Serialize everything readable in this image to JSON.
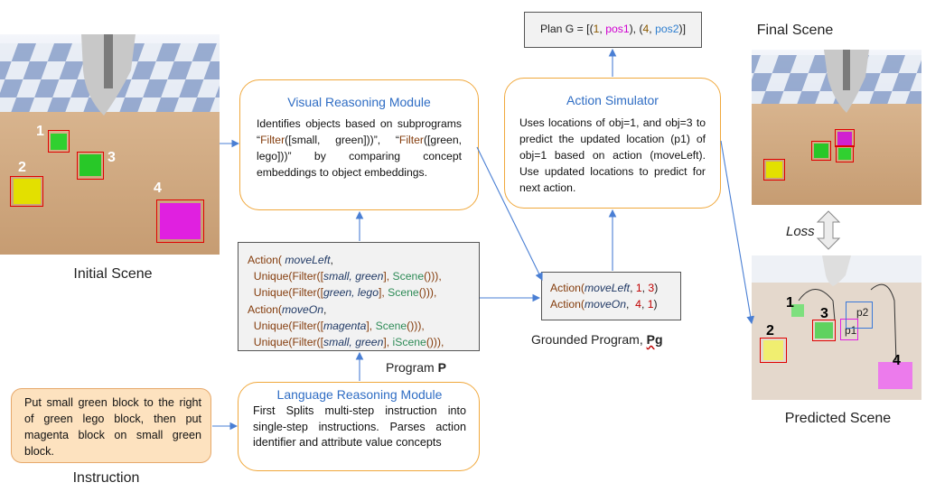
{
  "captions": {
    "initial_scene": "Initial Scene",
    "final_scene": "Final Scene",
    "predicted_scene": "Predicted Scene",
    "instruction": "Instruction",
    "program": "Program ",
    "program_bold": "P",
    "grounded": "Grounded Program, ",
    "grounded_bold": "Pg",
    "loss": "Loss"
  },
  "plan": {
    "prefix": "Plan G = [(",
    "n1": "1",
    "sep1": ", ",
    "pos1": "pos1",
    "mid": "), (",
    "n2": "4",
    "sep2": ", ",
    "pos2": "pos2",
    "suffix": ")]"
  },
  "visual_module": {
    "title": "Visual Reasoning Module",
    "text_a": "Identifies objects based on subprograms “",
    "filter1": "Filter",
    "args1": "([small, green]))”, “",
    "filter2": "Filter",
    "args2": "([green, lego]))” by comparing concept embeddings to object embeddings."
  },
  "action_sim": {
    "title": "Action Simulator",
    "text": "Uses locations of obj=1, and obj=3 to predict the updated location (p1) of obj=1 based on action (moveLeft). Use updated locations to predict for next action."
  },
  "language_module": {
    "title": "Language Reasoning Module",
    "text": "First Splits multi-step instruction into single-step instructions. Parses action identifier and attribute value concepts"
  },
  "instruction_text": "Put small green block to the right of green lego block, then put magenta block on small green block.",
  "program_lines": {
    "l1_a": "Action( ",
    "l1_b": "moveLeft",
    "l1_c": ",",
    "l2_a": "  Unique(Filter([",
    "l2_b": "small, green",
    "l2_c": "], ",
    "l2_d": "Scene",
    "l2_e": "())),",
    "l3_a": "  Unique(Filter([",
    "l3_b": "green, lego",
    "l3_c": "], ",
    "l3_d": "Scene",
    "l3_e": "())),",
    "l4_a": "Action(",
    "l4_b": "moveOn",
    "l4_c": ",",
    "l5_a": "  Unique(Filter([",
    "l5_b": "magenta",
    "l5_c": "], ",
    "l5_d": "Scene",
    "l5_e": "())),",
    "l6_a": "  Unique(Filter([",
    "l6_b": "small, green",
    "l6_c": "], ",
    "l6_d": "iScene",
    "l6_e": "())),"
  },
  "grounded_lines": {
    "g1_a": "Action(",
    "g1_b": "moveLeft",
    "g1_c": ", ",
    "g1_d": "1",
    "g1_e": ", ",
    "g1_f": "3",
    "g1_g": ")",
    "g2_a": "Action(",
    "g2_b": "moveOn",
    "g2_c": ",  ",
    "g2_d": "4",
    "g2_e": ", ",
    "g2_f": "1",
    "g2_g": ")"
  },
  "scene_labels": {
    "init_1": "1",
    "init_2": "2",
    "init_3": "3",
    "init_4": "4",
    "pred_1": "1",
    "pred_2": "2",
    "pred_3": "3",
    "pred_4": "4",
    "pred_p1": "p1",
    "pred_p2": "p2"
  },
  "colors": {
    "module_border": "#f0a83c",
    "title_blue": "#2f6dc4",
    "arrow": "#4a7fd4",
    "instruction_fill": "#fde2bf"
  }
}
